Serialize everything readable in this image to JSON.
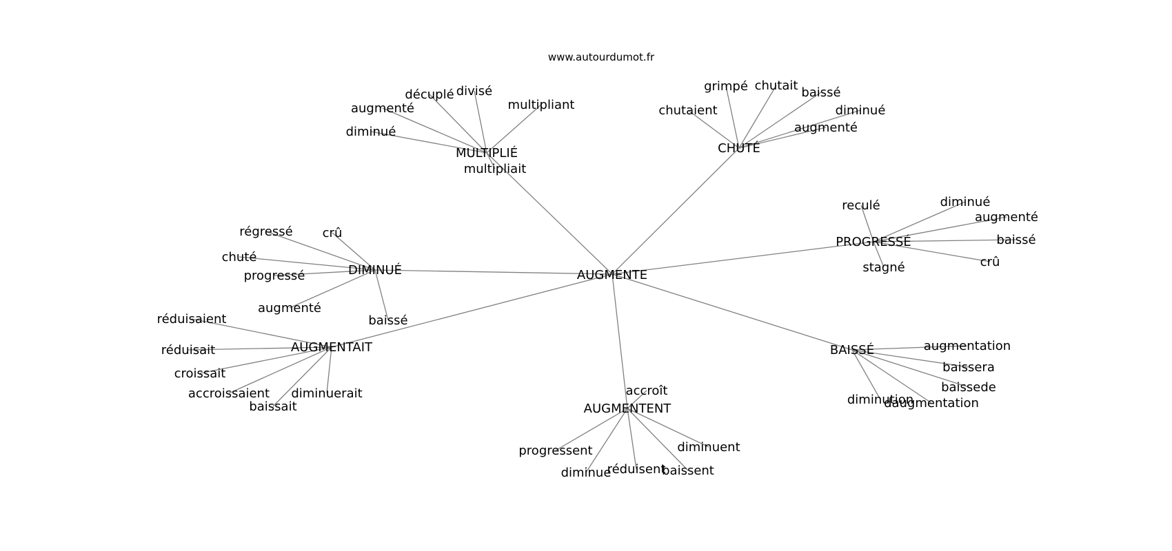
{
  "source": "www.autourdumot.fr",
  "center": "AUGMENTE",
  "clusters": [
    {
      "hub": "MULTIPLIÉ",
      "words": [
        "décuplé",
        "divisé",
        "augmenté",
        "multipliant",
        "diminué",
        "multipliait"
      ]
    },
    {
      "hub": "CHUTÉ",
      "words": [
        "grimpé",
        "chutait",
        "baissé",
        "chutaient",
        "diminué",
        "augmenté"
      ]
    },
    {
      "hub": "DIMINUÉ",
      "words": [
        "régressé",
        "crû",
        "chuté",
        "progressé",
        "augmenté",
        "baissé"
      ]
    },
    {
      "hub": "PROGRESSÉ",
      "words": [
        "reculé",
        "diminué",
        "augmenté",
        "baissé",
        "stagné",
        "crû"
      ]
    },
    {
      "hub": "AUGMENTAIT",
      "words": [
        "réduisaient",
        "réduisait",
        "croissait",
        "accroissaient",
        "diminuerait",
        "baissait"
      ]
    },
    {
      "hub": "BAISSÉ",
      "words": [
        "augmentation",
        "baissera",
        "baissede",
        "diminution",
        "daugmentation"
      ]
    },
    {
      "hub": "AUGMENTENT",
      "words": [
        "accroît",
        "progressent",
        "diminuent",
        "diminue",
        "réduisent",
        "baissent"
      ]
    }
  ]
}
